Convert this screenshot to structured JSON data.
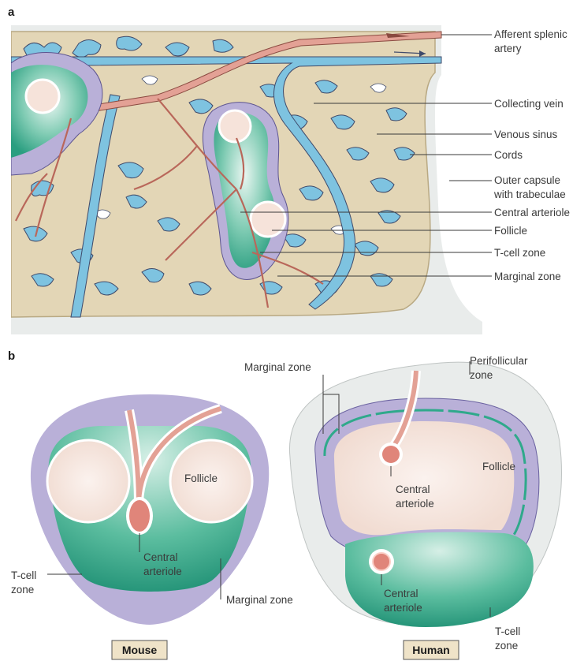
{
  "panel_a": {
    "letter": "a",
    "labels": {
      "afferent_1": "Afferent splenic",
      "afferent_2": "artery",
      "collecting_vein": "Collecting vein",
      "venous_sinus": "Venous sinus",
      "cords": "Cords",
      "outer_capsule_1": "Outer capsule",
      "outer_capsule_2": "with trabeculae",
      "central_arteriole": "Central arteriole",
      "follicle": "Follicle",
      "tcell_zone": "T-cell zone",
      "marginal_zone": "Marginal zone"
    }
  },
  "panel_b": {
    "letter": "b",
    "mouse": {
      "tag": "Mouse",
      "follicle": "Follicle",
      "central_1": "Central",
      "central_2": "arteriole",
      "tcell_1": "T-cell",
      "tcell_2": "zone",
      "marginal_zone": "Marginal zone"
    },
    "human": {
      "tag": "Human",
      "marginal_zone": "Marginal zone",
      "perifollicular_1": "Perifollicular",
      "perifollicular_2": "zone",
      "follicle": "Follicle",
      "central_top_1": "Central",
      "central_top_2": "arteriole",
      "central_bottom_1": "Central",
      "central_bottom_2": "arteriole",
      "tcell_1": "T-cell",
      "tcell_2": "zone"
    }
  },
  "colors": {
    "capsule": "#e9eceb",
    "cord": "#e3d6b6",
    "sinus": "#7ec3e0",
    "follicle": "#f6e3da",
    "tcell": "#2fa98b",
    "marginal": "#b9b0d8",
    "artery": "#e3a195"
  }
}
